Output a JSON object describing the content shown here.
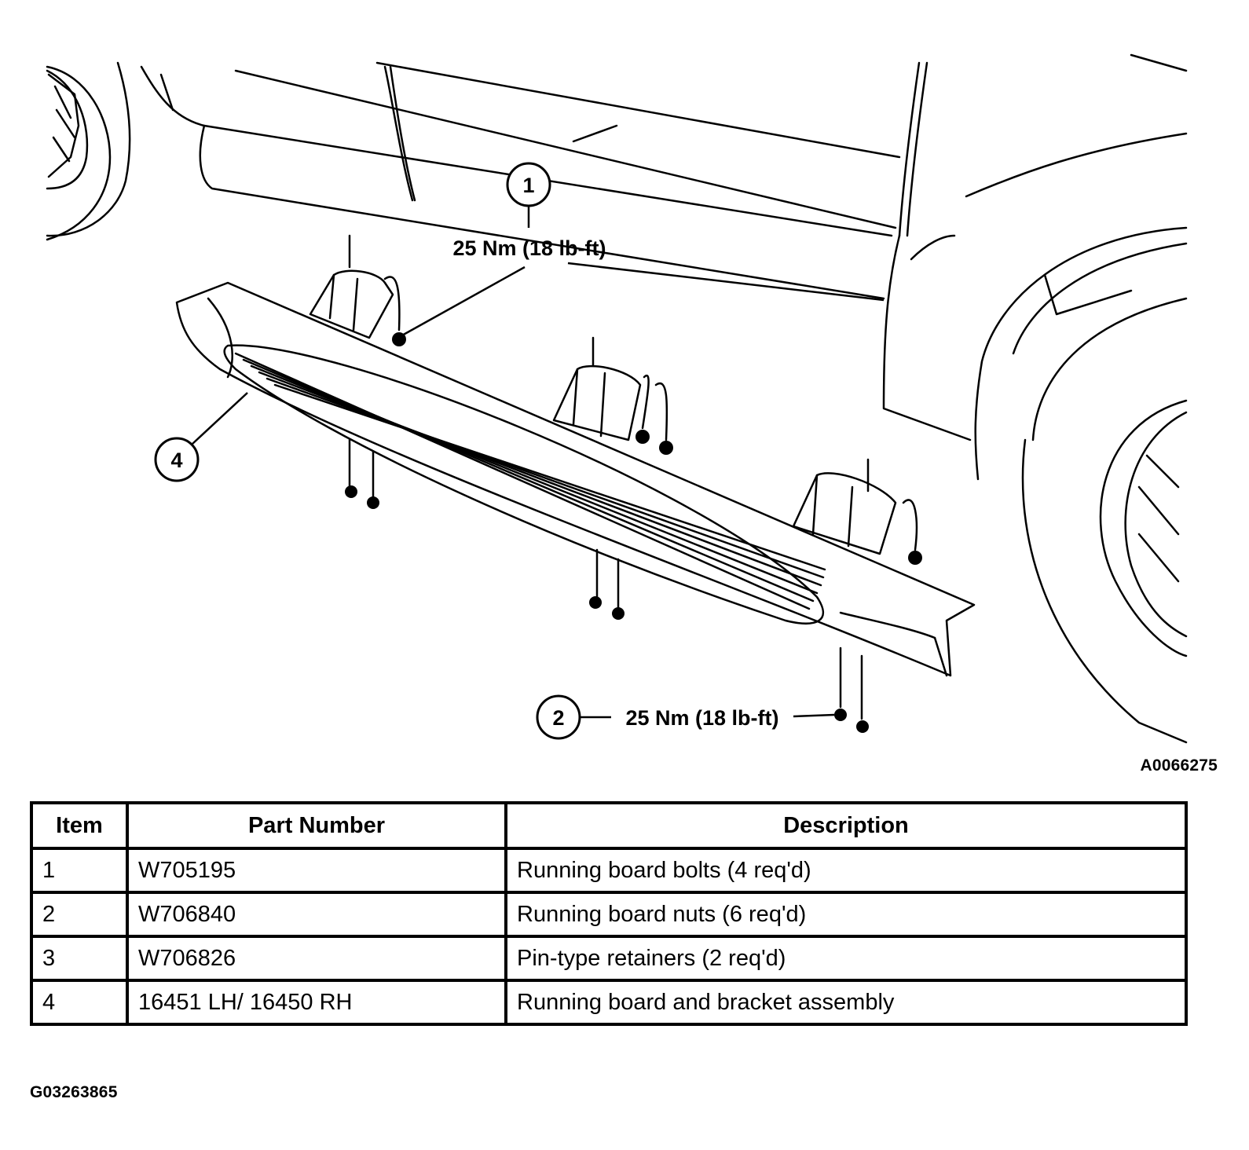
{
  "diagram": {
    "callouts": [
      {
        "number": "1",
        "torque": "25 Nm (18 lb-ft)"
      },
      {
        "number": "2",
        "torque": "25 Nm (18 lb-ft)"
      },
      {
        "number": "4"
      }
    ],
    "figure_id": "A0066275"
  },
  "table": {
    "headers": [
      "Item",
      "Part Number",
      "Description"
    ],
    "rows": [
      {
        "item": "1",
        "part_number": "W705195",
        "description": "Running board bolts (4 req'd)"
      },
      {
        "item": "2",
        "part_number": "W706840",
        "description": "Running board nuts (6 req'd)"
      },
      {
        "item": "3",
        "part_number": "W706826",
        "description": "Pin-type retainers (2 req'd)"
      },
      {
        "item": "4",
        "part_number": "16451 LH/ 16450 RH",
        "description": "Running board and bracket assembly"
      }
    ]
  },
  "graphic_id": "G03263865"
}
